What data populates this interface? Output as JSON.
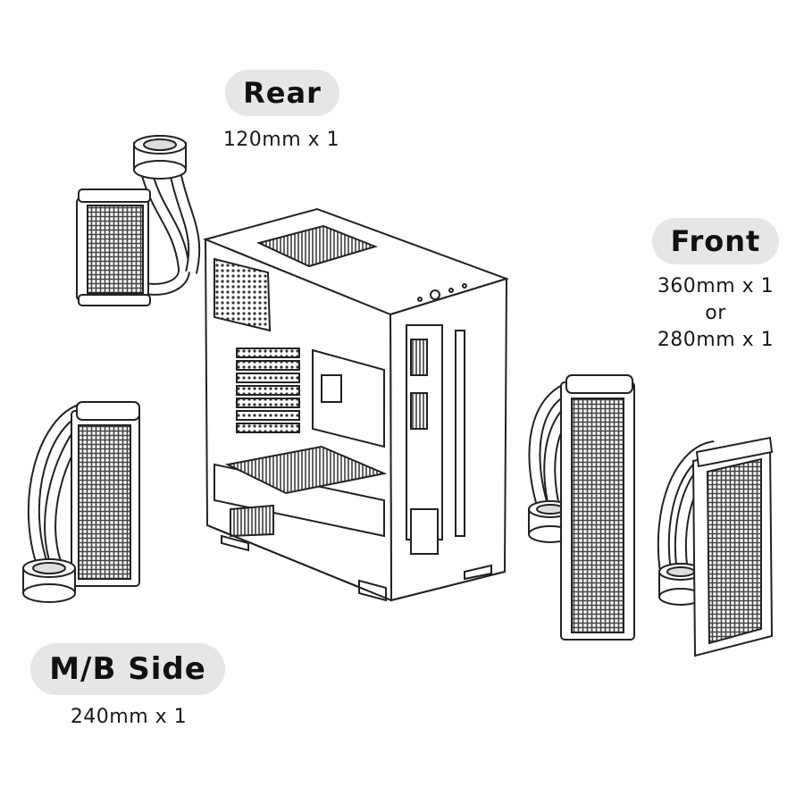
{
  "labels": {
    "rear": {
      "title": "Rear",
      "spec": "120mm x 1"
    },
    "front": {
      "title": "Front",
      "spec_line1": "360mm x 1",
      "spec_line2": "or",
      "spec_line3": "280mm x 1"
    },
    "mb_side": {
      "title": "M/B Side",
      "spec": "240mm x 1"
    }
  },
  "colors": {
    "line": "#222222",
    "label_bg": "#e6e6e6",
    "fill": "#ffffff",
    "mesh": "#555555"
  },
  "icons": [
    "rear-radiator-120",
    "mb-side-radiator-240",
    "front-radiator-360",
    "front-radiator-280",
    "pc-case",
    "pump-head"
  ]
}
